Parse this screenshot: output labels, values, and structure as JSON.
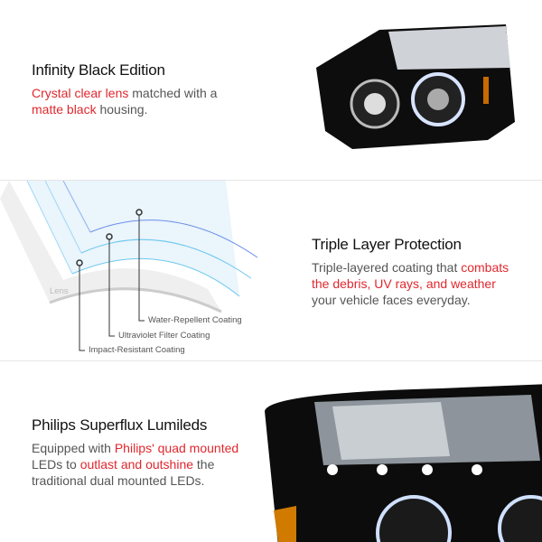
{
  "sections": [
    {
      "title": "Infinity Black Edition",
      "body": [
        {
          "t": "Crystal clear lens",
          "hl": true
        },
        {
          "t": " matched with a ",
          "hl": false
        },
        {
          "t": "matte black",
          "hl": true
        },
        {
          "t": " housing.",
          "hl": false
        }
      ]
    },
    {
      "title": "Triple Layer Protection",
      "body": [
        {
          "t": "Triple-layered coating that ",
          "hl": false
        },
        {
          "t": "combats the debris, UV rays, and weather",
          "hl": true
        },
        {
          "t": " your vehicle faces everyday.",
          "hl": false
        }
      ],
      "diagram": {
        "lens_label": "Lens",
        "layers": [
          "Water-Repellent Coating",
          "Ultraviolet Filter Coating",
          "Impact-Resistant Coating"
        ]
      }
    },
    {
      "title": "Philips Superflux Lumileds",
      "body": [
        {
          "t": "Equipped with ",
          "hl": false
        },
        {
          "t": "Philips' quad mounted",
          "hl": true
        },
        {
          "t": " LEDs to ",
          "hl": false
        },
        {
          "t": "outlast and outshine",
          "hl": true
        },
        {
          "t": " the traditional dual mounted LEDs.",
          "hl": false
        }
      ]
    }
  ],
  "colors": {
    "highlight": "#e0282e",
    "text": "#555555",
    "title": "#111111"
  }
}
